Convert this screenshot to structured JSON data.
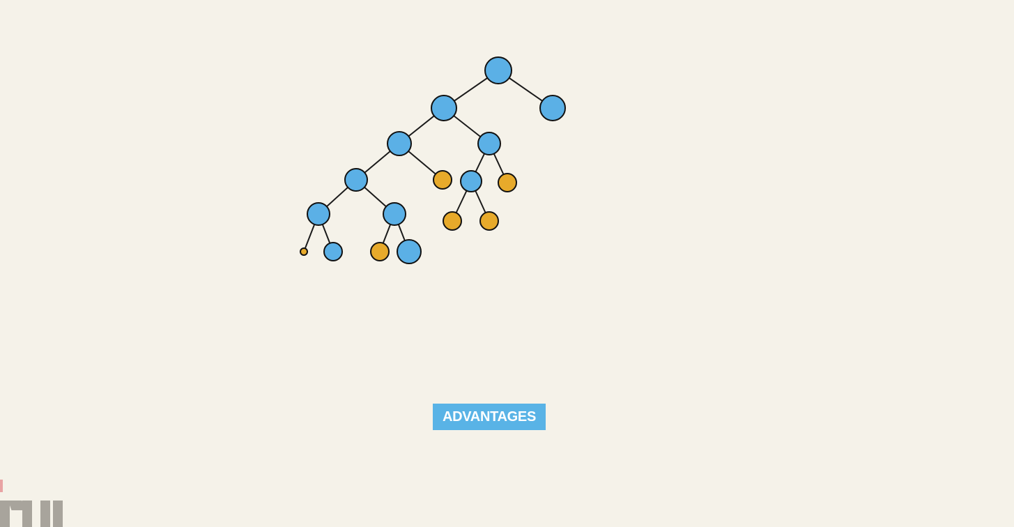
{
  "diagram": {
    "type": "binary-tree",
    "colors": {
      "internal_node": "#5bb0e6",
      "leaf_node": "#e7aa2b",
      "edge": "#1a1a1a",
      "outline": "#111111"
    },
    "nodes": [
      {
        "id": "root",
        "kind": "internal"
      },
      {
        "id": "n1",
        "kind": "internal"
      },
      {
        "id": "n2",
        "kind": "internal"
      },
      {
        "id": "n3",
        "kind": "internal"
      },
      {
        "id": "n4",
        "kind": "internal"
      },
      {
        "id": "n5",
        "kind": "leaf"
      },
      {
        "id": "n6",
        "kind": "internal"
      },
      {
        "id": "n7",
        "kind": "leaf"
      },
      {
        "id": "n8",
        "kind": "internal"
      },
      {
        "id": "n9",
        "kind": "internal"
      },
      {
        "id": "n10",
        "kind": "leaf"
      },
      {
        "id": "n11",
        "kind": "leaf"
      },
      {
        "id": "n12",
        "kind": "leaf"
      },
      {
        "id": "n13",
        "kind": "internal"
      },
      {
        "id": "n14",
        "kind": "leaf"
      },
      {
        "id": "n15",
        "kind": "internal"
      }
    ],
    "edges": [
      [
        "root",
        "n1"
      ],
      [
        "root",
        "n2"
      ],
      [
        "n1",
        "n3"
      ],
      [
        "n1",
        "n4"
      ],
      [
        "n3",
        "n6"
      ],
      [
        "n3",
        "n5"
      ],
      [
        "n4",
        "n8"
      ],
      [
        "n4",
        "n7"
      ],
      [
        "n6",
        "n9"
      ],
      [
        "n6",
        "n15"
      ],
      [
        "n8",
        "n10"
      ],
      [
        "n8",
        "n11"
      ],
      [
        "n9",
        "n12"
      ],
      [
        "n9",
        "n13"
      ],
      [
        "n15",
        "n14"
      ],
      [
        "n15",
        "n16"
      ]
    ]
  },
  "badge": {
    "label": "ADVANTAGES",
    "color": "#59b3e6"
  },
  "watermark": {
    "icon": "logo-mark"
  }
}
